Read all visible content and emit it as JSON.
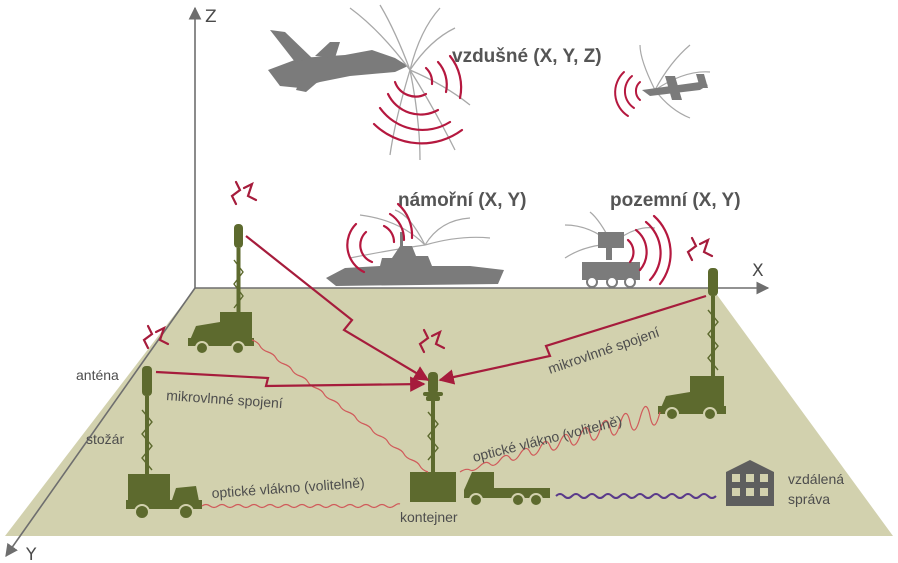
{
  "axes": {
    "z": "Z",
    "x": "X",
    "y": "Y"
  },
  "domains": {
    "air": "vzdušné (X, Y, Z)",
    "sea": "námořní (X, Y)",
    "ground": "pozemní (X, Y)"
  },
  "labels": {
    "antenna": "anténa",
    "mast": "stožár",
    "container": "kontejner",
    "remote_line1": "vzdálená",
    "remote_line2": "správa",
    "microwave_left": "mikrovlnné spojení",
    "microwave_right": "mikrovlnné spojení",
    "fiber_left": "optické vlákno (volitelně)",
    "fiber_right": "optické vlákno (volitelně)"
  },
  "colors": {
    "ground_plane": "#d2d1ae",
    "equipment": "#5d6a2e",
    "radar_wave": "#b5183f",
    "signal_arrow": "#a61c3c",
    "silhouette": "#7b7b7b",
    "axis": "#6e6e6e",
    "fiber": "#d05a5a",
    "remote_link": "#5a3a8a"
  }
}
